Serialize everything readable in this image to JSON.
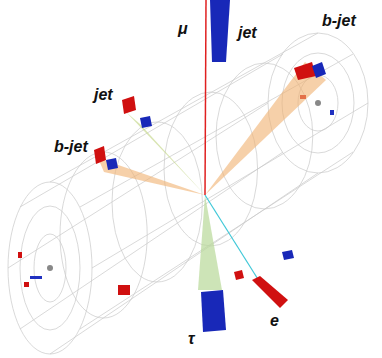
{
  "diagram": {
    "labels": [
      "μ",
      "jet",
      "b-jet",
      "jet",
      "b-jet",
      "τ",
      "e"
    ]
  }
}
